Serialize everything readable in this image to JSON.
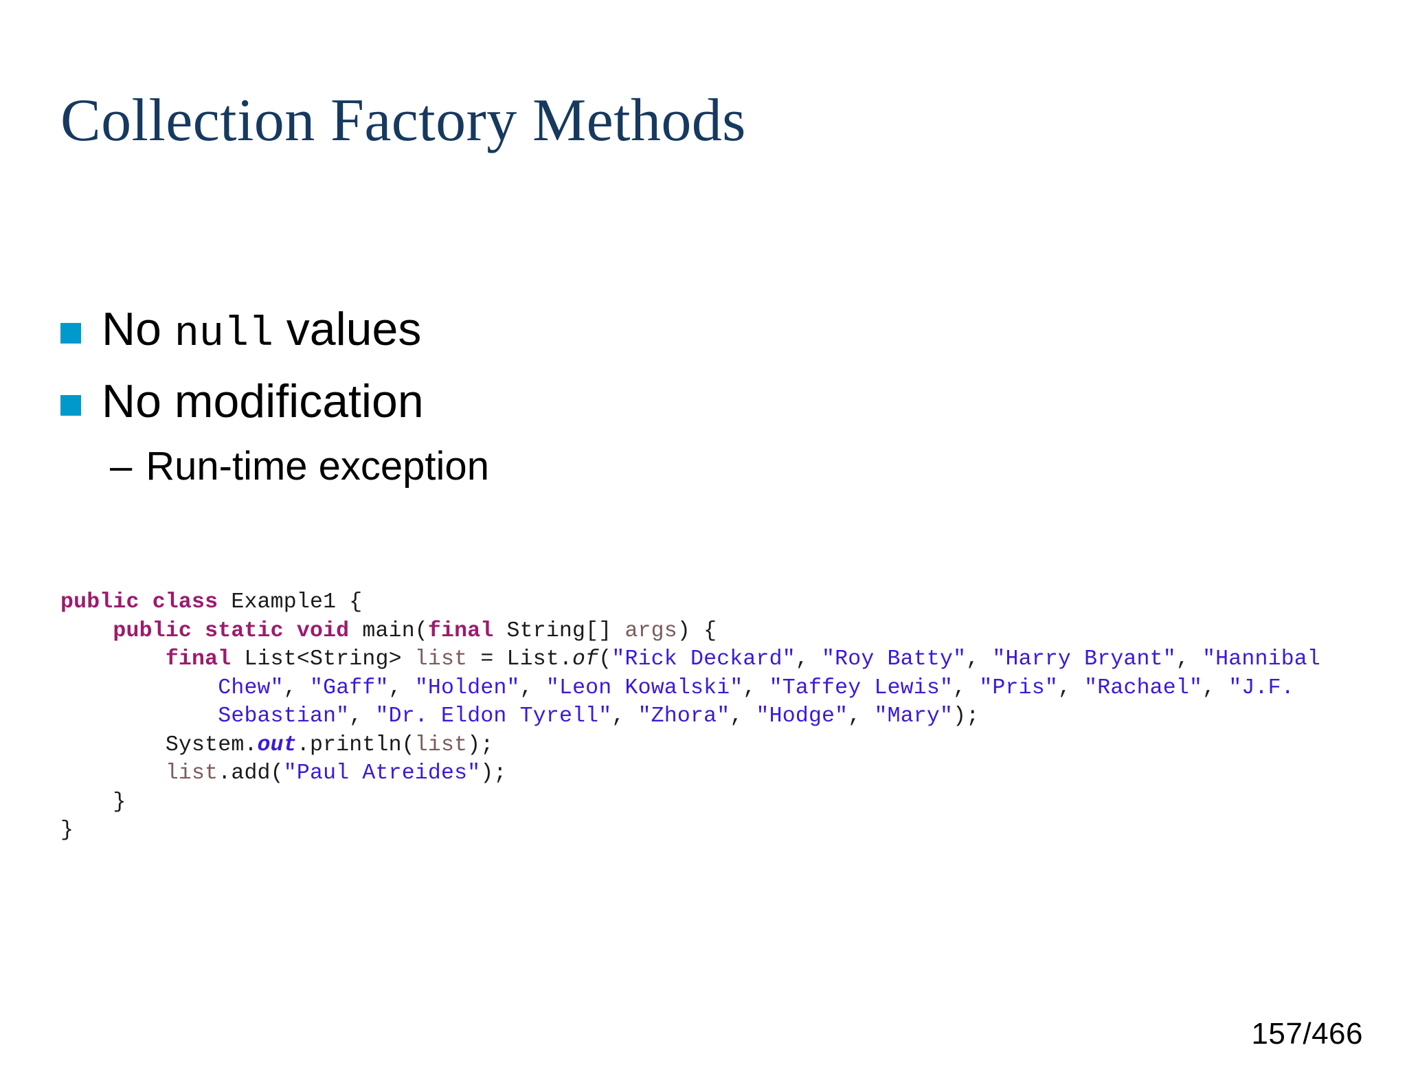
{
  "slide": {
    "title": "Collection Factory Methods",
    "title_color": "#16395f",
    "page_number": "157/466",
    "background": "#ffffff"
  },
  "bullets": {
    "marker_color": "#0099cc",
    "items": [
      {
        "id": "no-null-values",
        "parts": [
          {
            "text": "No ",
            "style": "plain"
          },
          {
            "text": "null",
            "style": "mono"
          },
          {
            "text": " values",
            "style": "plain"
          }
        ],
        "plain_text": "No null values"
      },
      {
        "id": "no-modification",
        "parts": [
          {
            "text": "No modification",
            "style": "plain"
          }
        ],
        "plain_text": "No modification"
      }
    ],
    "subbullets": [
      {
        "id": "run-time-exception",
        "dash": "–",
        "text": "Run-time exception"
      }
    ]
  },
  "code": {
    "language": "java",
    "colors": {
      "keyword": "#9c1b6d",
      "string": "#3b19d8",
      "variable": "#7a5b5b",
      "plain": "#1a1a1a"
    },
    "plain_text": "public class Example1 {\n    public static void main(final String[] args) {\n        final List<String> list = List.of(\"Rick Deckard\", \"Roy Batty\", \"Harry Bryant\", \"Hannibal\n            Chew\", \"Gaff\", \"Holden\", \"Leon Kowalski\", \"Taffey Lewis\", \"Pris\", \"Rachael\", \"J.F.\n            Sebastian\", \"Dr. Eldon Tyrell\", \"Zhora\", \"Hodge\", \"Mary\");\n        System.out.println(list);\n        list.add(\"Paul Atreides\");\n    }\n}",
    "lines": [
      [
        {
          "t": "public class",
          "c": "kw"
        },
        {
          "t": " Example1 {",
          "c": "pl"
        }
      ],
      [
        {
          "t": "    ",
          "c": "pl"
        },
        {
          "t": "public static void",
          "c": "kw"
        },
        {
          "t": " main(",
          "c": "pl"
        },
        {
          "t": "final",
          "c": "kw"
        },
        {
          "t": " String[] ",
          "c": "pl"
        },
        {
          "t": "args",
          "c": "var"
        },
        {
          "t": ") {",
          "c": "pl"
        }
      ],
      [
        {
          "t": "        ",
          "c": "pl"
        },
        {
          "t": "final",
          "c": "kw"
        },
        {
          "t": " List<String> ",
          "c": "pl"
        },
        {
          "t": "list",
          "c": "var"
        },
        {
          "t": " = List.",
          "c": "pl"
        },
        {
          "t": "of",
          "c": "it"
        },
        {
          "t": "(",
          "c": "pl"
        },
        {
          "t": "\"Rick Deckard\"",
          "c": "str"
        },
        {
          "t": ", ",
          "c": "pl"
        },
        {
          "t": "\"Roy Batty\"",
          "c": "str"
        },
        {
          "t": ", ",
          "c": "pl"
        },
        {
          "t": "\"Harry Bryant\"",
          "c": "str"
        },
        {
          "t": ", ",
          "c": "pl"
        },
        {
          "t": "\"Hannibal",
          "c": "str"
        }
      ],
      [
        {
          "t": "            ",
          "c": "pl"
        },
        {
          "t": "Chew\"",
          "c": "str"
        },
        {
          "t": ", ",
          "c": "pl"
        },
        {
          "t": "\"Gaff\"",
          "c": "str"
        },
        {
          "t": ", ",
          "c": "pl"
        },
        {
          "t": "\"Holden\"",
          "c": "str"
        },
        {
          "t": ", ",
          "c": "pl"
        },
        {
          "t": "\"Leon Kowalski\"",
          "c": "str"
        },
        {
          "t": ", ",
          "c": "pl"
        },
        {
          "t": "\"Taffey Lewis\"",
          "c": "str"
        },
        {
          "t": ", ",
          "c": "pl"
        },
        {
          "t": "\"Pris\"",
          "c": "str"
        },
        {
          "t": ", ",
          "c": "pl"
        },
        {
          "t": "\"Rachael\"",
          "c": "str"
        },
        {
          "t": ", ",
          "c": "pl"
        },
        {
          "t": "\"J.F.",
          "c": "str"
        }
      ],
      [
        {
          "t": "            ",
          "c": "pl"
        },
        {
          "t": "Sebastian\"",
          "c": "str"
        },
        {
          "t": ", ",
          "c": "pl"
        },
        {
          "t": "\"Dr. Eldon Tyrell\"",
          "c": "str"
        },
        {
          "t": ", ",
          "c": "pl"
        },
        {
          "t": "\"Zhora\"",
          "c": "str"
        },
        {
          "t": ", ",
          "c": "pl"
        },
        {
          "t": "\"Hodge\"",
          "c": "str"
        },
        {
          "t": ", ",
          "c": "pl"
        },
        {
          "t": "\"Mary\"",
          "c": "str"
        },
        {
          "t": ");",
          "c": "pl"
        }
      ],
      [
        {
          "t": "        System.",
          "c": "pl"
        },
        {
          "t": "out",
          "c": "fieldb"
        },
        {
          "t": ".println(",
          "c": "pl"
        },
        {
          "t": "list",
          "c": "var"
        },
        {
          "t": ");",
          "c": "pl"
        }
      ],
      [
        {
          "t": "        ",
          "c": "pl"
        },
        {
          "t": "list",
          "c": "var"
        },
        {
          "t": ".add(",
          "c": "pl"
        },
        {
          "t": "\"Paul Atreides\"",
          "c": "str"
        },
        {
          "t": ");",
          "c": "pl"
        }
      ],
      [
        {
          "t": "    }",
          "c": "pl"
        }
      ],
      [
        {
          "t": "}",
          "c": "pl"
        }
      ]
    ]
  }
}
